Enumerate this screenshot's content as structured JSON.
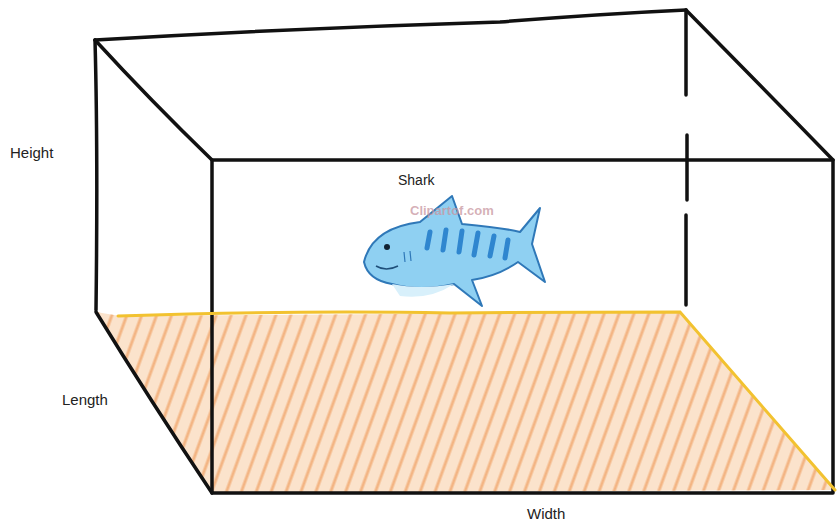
{
  "diagram": {
    "labels": [
      "Height",
      "Length",
      "Shark",
      "Clipartof.com",
      "Width"
    ]
  }
}
